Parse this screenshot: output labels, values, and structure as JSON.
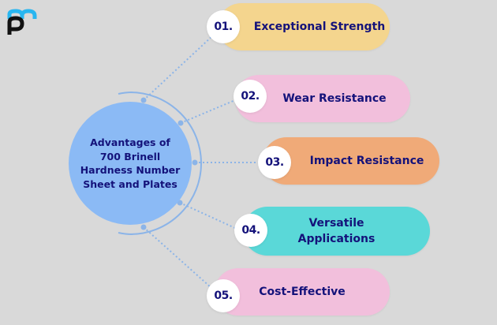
{
  "colors": {
    "background": "#d9d9d9",
    "hub": "#8bbaf5",
    "text": "#14127a",
    "connector": "#8bb4e8",
    "logo_blue": "#29b6f0",
    "logo_black": "#111111"
  },
  "hub": {
    "title": "Advantages of\n700 Brinell\nHardness Number\nSheet and Plates"
  },
  "items": [
    {
      "number": "01.",
      "label": "Exceptional Strength",
      "color": "#f4d58e"
    },
    {
      "number": "02.",
      "label": "Wear Resistance",
      "color": "#f2bfdc"
    },
    {
      "number": "03.",
      "label": "Impact Resistance",
      "color": "#f0aa78"
    },
    {
      "number": "04.",
      "label": "Versatile\nApplications",
      "color": "#5ad8d8"
    },
    {
      "number": "05.",
      "label": "Cost-Effective",
      "color": "#f2bfdc"
    }
  ]
}
